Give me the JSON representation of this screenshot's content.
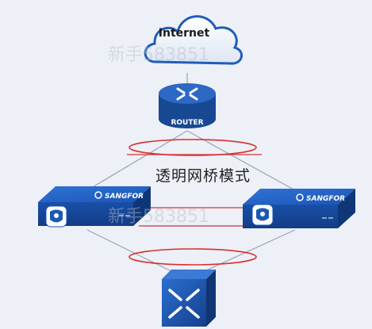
{
  "cloud": {
    "label": "Internet"
  },
  "router": {
    "label": "ROUTER"
  },
  "mode": {
    "label": "透明网桥模式"
  },
  "devices": [
    {
      "brand": "SANGFOR"
    },
    {
      "brand": "SANGFOR"
    }
  ],
  "watermark": {
    "text": "新手583851"
  },
  "colors": {
    "background": "#edf0f7",
    "device_blue": "#1a56b8",
    "router_blue": "#1b4fa8",
    "ring_red": "#d63030",
    "link_gray": "#9aa3b5"
  }
}
